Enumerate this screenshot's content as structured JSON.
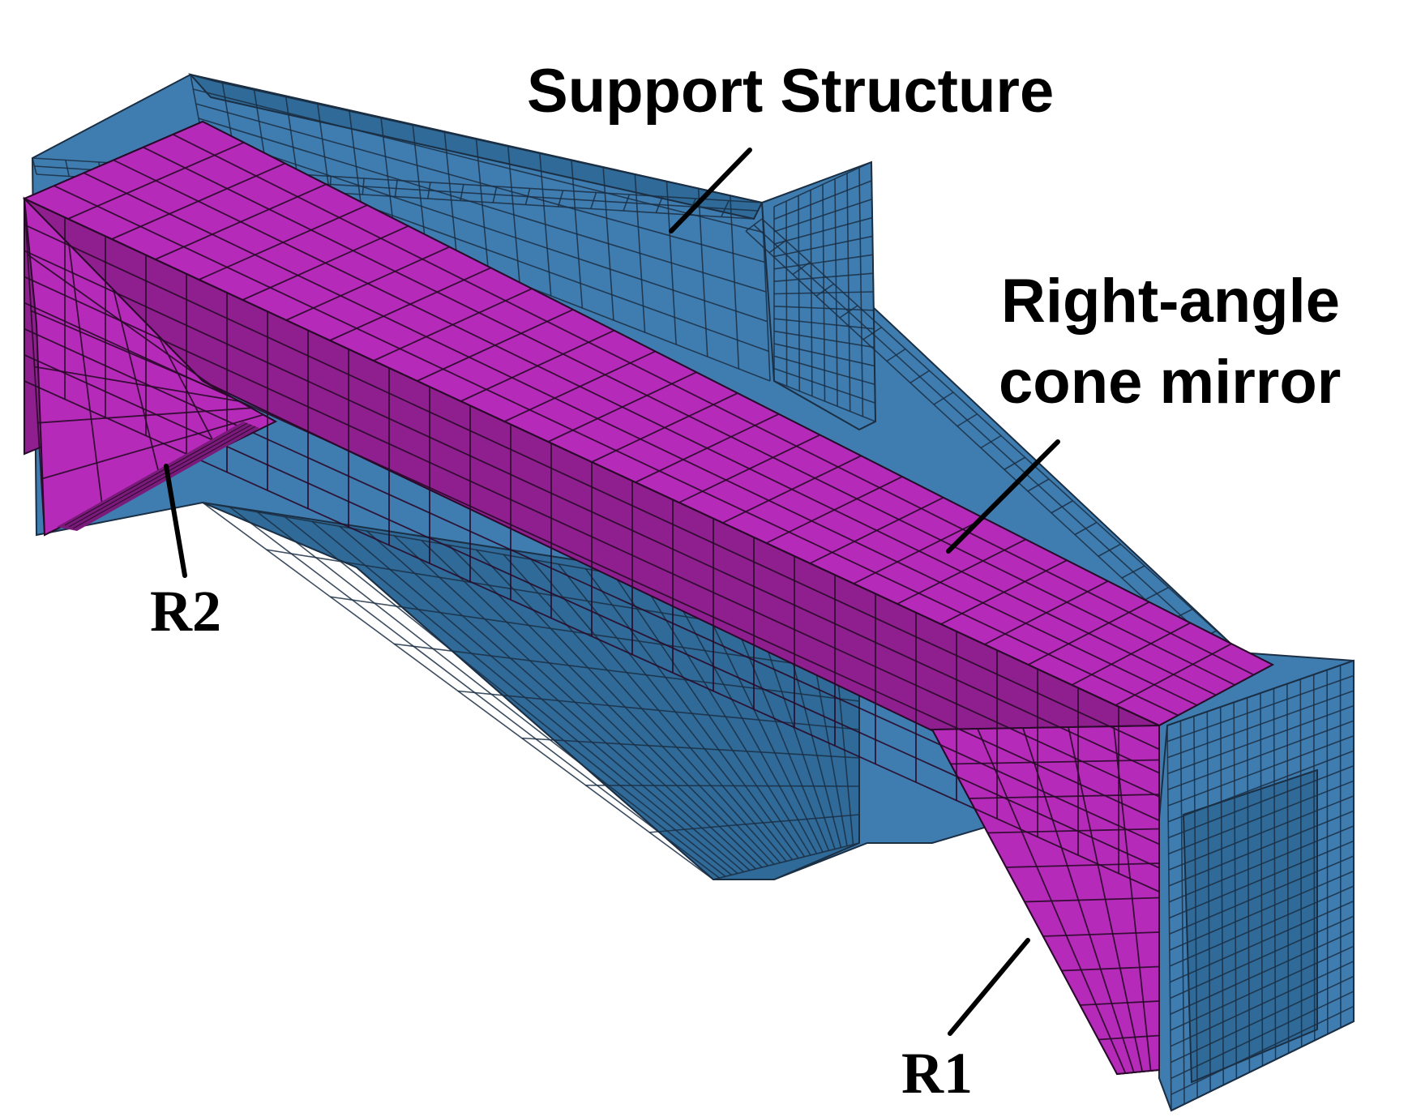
{
  "labels": {
    "support_structure": "Support Structure",
    "mirror_line1": "Right-angle",
    "mirror_line2": "cone mirror",
    "r1": "R1",
    "r2": "R2"
  },
  "colors": {
    "structure_blue": "#3f7db1",
    "structure_blue_dark": "#2f6a98",
    "mirror_magenta": "#b52ab8",
    "mirror_magenta_dark": "#8f1f8f"
  }
}
